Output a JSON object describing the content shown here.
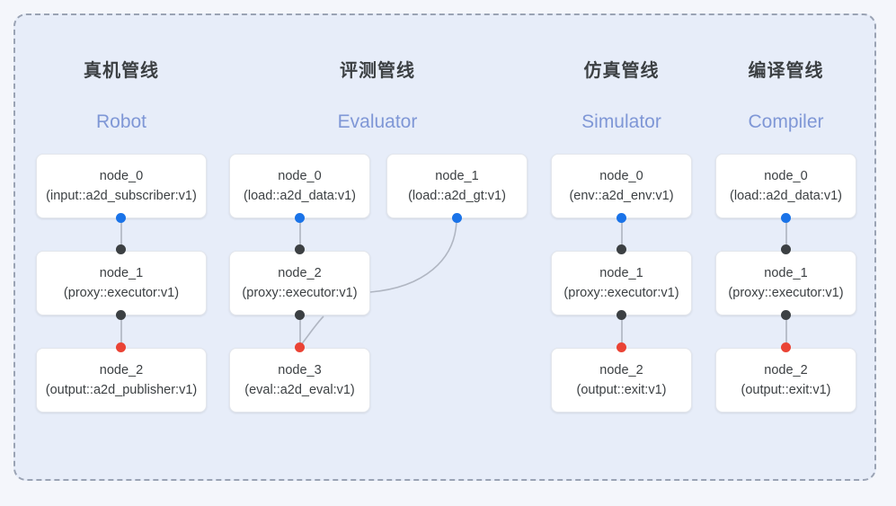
{
  "diagram": {
    "background_color": "#f4f6fb",
    "panel_color": "#e7edf9",
    "panel_border_color": "#9aa3b4",
    "title_color": "#3c4043",
    "subtitle_color": "#7f97d6",
    "port_colors": {
      "input": "#1a73e8",
      "middle": "#3c4043",
      "output": "#ea4335"
    },
    "edge_color": "#b9bfcb"
  },
  "columns": [
    {
      "title": "真机管线",
      "subtitle": "Robot",
      "nodes": [
        {
          "name": "node_0",
          "type": "(input::a2d_subscriber:v1)"
        },
        {
          "name": "node_1",
          "type": "(proxy::executor:v1)"
        },
        {
          "name": "node_2",
          "type": "(output::a2d_publisher:v1)"
        }
      ]
    },
    {
      "title": "评测管线",
      "subtitle": "Evaluator",
      "nodes": [
        {
          "name": "node_0",
          "type": "(load::a2d_data:v1)"
        },
        {
          "name": "node_1",
          "type": "(load::a2d_gt:v1)"
        },
        {
          "name": "node_2",
          "type": "(proxy::executor:v1)"
        },
        {
          "name": "node_3",
          "type": "(eval::a2d_eval:v1)"
        }
      ]
    },
    {
      "title": "仿真管线",
      "subtitle": "Simulator",
      "nodes": [
        {
          "name": "node_0",
          "type": "(env::a2d_env:v1)"
        },
        {
          "name": "node_1",
          "type": "(proxy::executor:v1)"
        },
        {
          "name": "node_2",
          "type": "(output::exit:v1)"
        }
      ]
    },
    {
      "title": "编译管线",
      "subtitle": "Compiler",
      "nodes": [
        {
          "name": "node_0",
          "type": "(load::a2d_data:v1)"
        },
        {
          "name": "node_1",
          "type": "(proxy::executor:v1)"
        },
        {
          "name": "node_2",
          "type": "(output::exit:v1)"
        }
      ]
    }
  ]
}
